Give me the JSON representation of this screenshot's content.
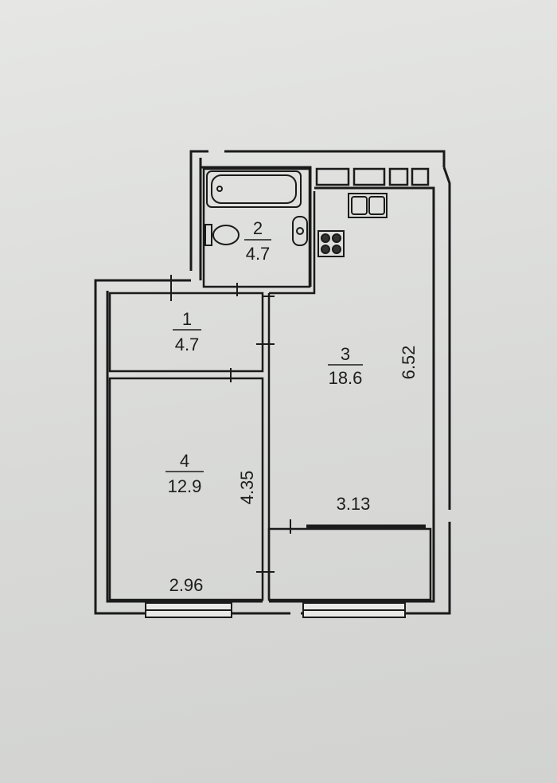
{
  "rooms": [
    {
      "number": "1",
      "area": "4.7"
    },
    {
      "number": "2",
      "area": "4.7"
    },
    {
      "number": "3",
      "area": "18.6"
    },
    {
      "number": "4",
      "area": "12.9"
    }
  ],
  "dimensions": {
    "kitchen_length": "6.52",
    "kitchen_width": "3.13",
    "bedroom_length": "4.35",
    "bedroom_width": "2.96"
  },
  "icons": [
    "bathtub-icon",
    "toilet-icon",
    "sink-icon",
    "stove-icon",
    "kitchen-sink-icon",
    "window-icon"
  ]
}
